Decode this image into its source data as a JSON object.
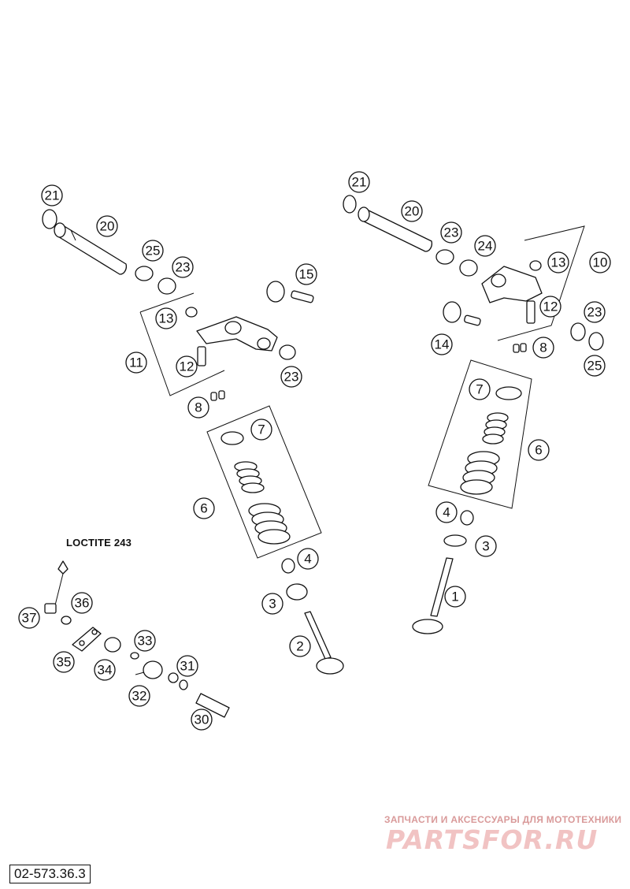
{
  "diagram": {
    "note": "LOCTITE 243",
    "drawing_number": "02-573.36.3",
    "callouts": {
      "c21a": "21",
      "c20a": "20",
      "c25a": "25",
      "c23a": "23",
      "c13a": "13",
      "c11": "11",
      "c12a": "12",
      "c15": "15",
      "c23b": "23",
      "c8a": "8",
      "c7a": "7",
      "c6a": "6",
      "c4a": "4",
      "c3a": "3",
      "c2": "2",
      "c21b": "21",
      "c20b": "20",
      "c23c": "23",
      "c24": "24",
      "c13b": "13",
      "c10": "10",
      "c12b": "12",
      "c14": "14",
      "c8b": "8",
      "c23d": "23",
      "c25b": "25",
      "c7b": "7",
      "c6b": "6",
      "c4b": "4",
      "c3b": "3",
      "c1": "1",
      "c37": "37",
      "c36": "36",
      "c35": "35",
      "c34": "34",
      "c33": "33",
      "c32": "32",
      "c31": "31",
      "c30": "30"
    }
  },
  "watermark": {
    "tagline": "ЗАПЧАСТИ И АКСЕССУАРЫ ДЛЯ МОТОТЕХНИКИ",
    "logo": "PARTSFOR.RU",
    "color": "#e9a9a9"
  }
}
